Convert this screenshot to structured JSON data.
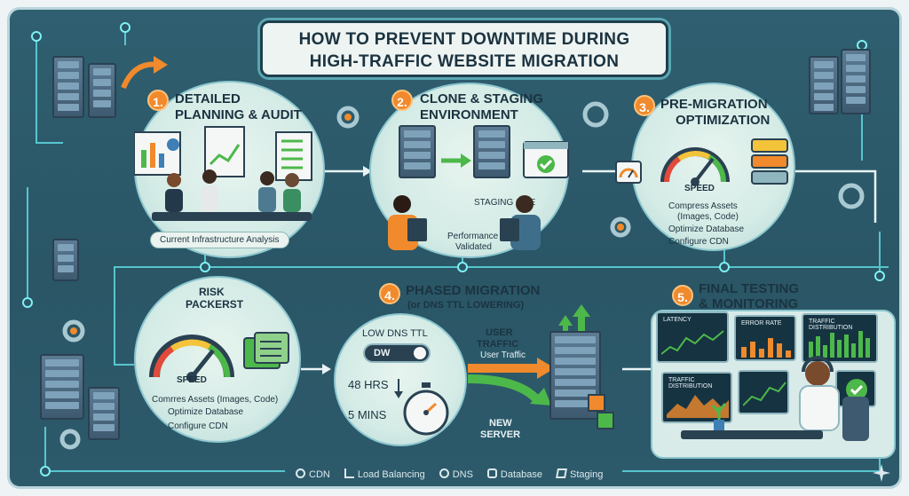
{
  "title": {
    "line1": "HOW TO PREVENT DOWNTIME DURING",
    "line2": "HIGH-TRAFFIC WEBSITE MIGRATION"
  },
  "colors": {
    "accent": "#f08a2c",
    "panel": "#2f5f70",
    "bubble": "#d4ebe6",
    "arrow_green": "#4db84a"
  },
  "steps": [
    {
      "num": "1.",
      "title1": "DETAILED",
      "title2": "PLANNING & AUDIT",
      "caption": "Current Infrastructure Analysis"
    },
    {
      "num": "2.",
      "title1": "CLONE & STAGING",
      "title2": "ENVIRONMENT",
      "site_label": "STAGING SITE",
      "status1": "Performance",
      "status2": "Validated"
    },
    {
      "num": "3.",
      "title1": "PRE-MIGRATION",
      "title2": "OPTIMIZATION",
      "gauge": "SPEED",
      "bullets": [
        "Compress Assets",
        "(Images, Code)",
        "Optimize Database",
        "Configure CDN"
      ]
    },
    {
      "num": "4.",
      "title1": "PHASED MIGRATION",
      "title2": "(or DNS TTL LOWERING)"
    },
    {
      "num": "5.",
      "title1": "FINAL TESTING",
      "title2": "& MONITORING"
    }
  ],
  "risk": {
    "title1": "RISK",
    "title2": "PACKERST",
    "gauge": "SPEED",
    "bullets": [
      "Comrres Assets (Images, Code)",
      "Optimize Database",
      "Configure CDN"
    ]
  },
  "dns": {
    "title": "LOW DNS TTL",
    "toggle": "DW",
    "from": "48 HRS",
    "to": "5 MINS"
  },
  "traffic": {
    "user1": "USER",
    "user2": "TRAFFIC",
    "user_sub": "User Traffic",
    "new1": "NEW",
    "new2": "SERVER"
  },
  "monitor": {
    "screens": [
      "LATENCY",
      "ERROR RATE",
      "TRAFFIC DISTRIBUTION",
      "TRAFFIC DISTRIBUTION"
    ]
  },
  "legend": [
    "CDN",
    "Load Balancing",
    "DNS",
    "Database",
    "Staging"
  ]
}
